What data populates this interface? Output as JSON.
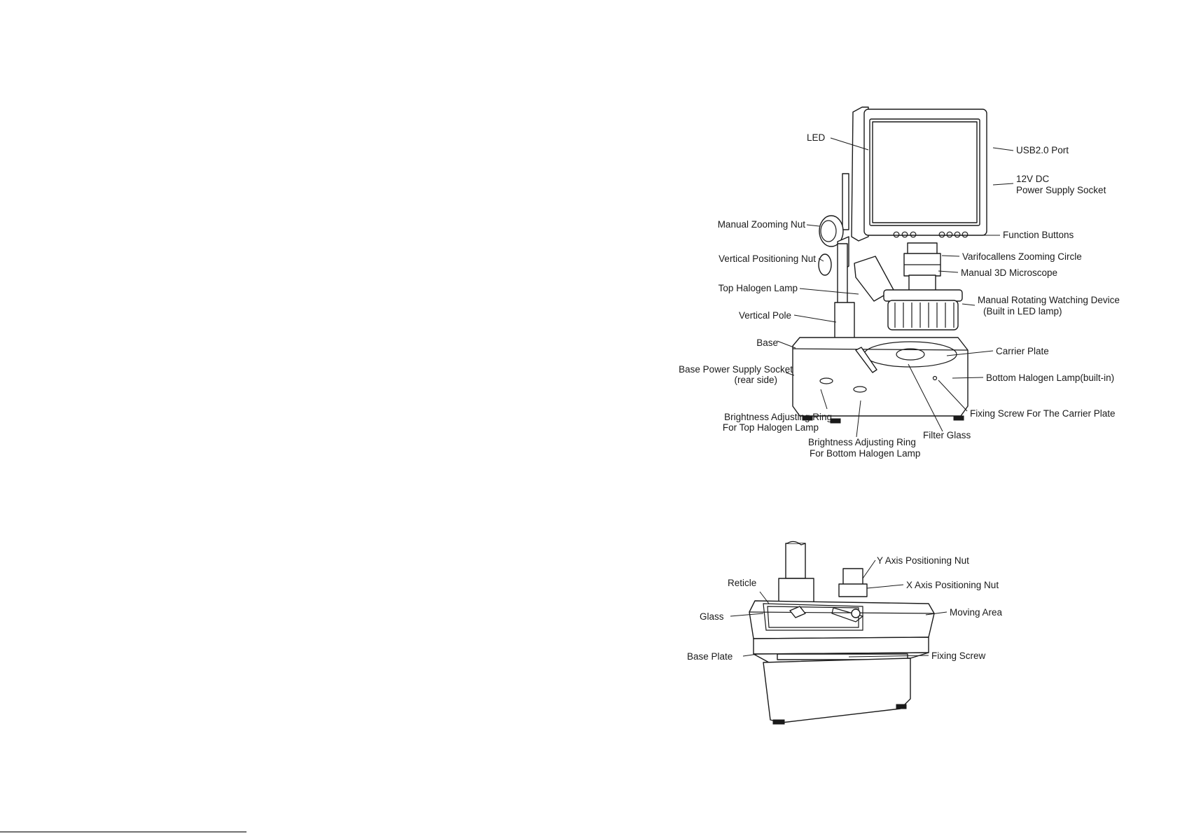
{
  "microscope": {
    "labels": {
      "led": "LED",
      "usb_port": "USB2.0 Port",
      "power_12v_line1": "12V DC",
      "power_12v_line2": "Power Supply Socket",
      "manual_zooming_nut": "Manual Zooming Nut",
      "function_buttons": "Function Buttons",
      "vertical_positioning_nut": "Vertical Positioning Nut",
      "varifocal_zooming_circle": "Varifocallens Zooming Circle",
      "manual_3d_microscope": "Manual 3D Microscope",
      "top_halogen_lamp": "Top Halogen Lamp",
      "rotating_device_line1": "Manual Rotating Watching Device",
      "rotating_device_line2": "(Built in LED lamp)",
      "vertical_pole": "Vertical Pole",
      "base": "Base",
      "carrier_plate": "Carrier Plate",
      "base_power_line1": "Base Power Supply Socket",
      "base_power_line2": "(rear side)",
      "bottom_halogen_lamp": "Bottom Halogen Lamp(built-in)",
      "fixing_screw_carrier": "Fixing Screw For The Carrier Plate",
      "brightness_top_line1": "Brightness Adjusting Ring",
      "brightness_top_line2": "For Top Halogen Lamp",
      "filter_glass": "Filter Glass",
      "brightness_bottom_line1": "Brightness Adjusting Ring",
      "brightness_bottom_line2": "For Bottom Halogen Lamp"
    }
  },
  "stage": {
    "labels": {
      "y_axis_nut": "Y Axis Positioning Nut",
      "reticle": "Reticle",
      "x_axis_nut": "X Axis Positioning Nut",
      "glass": "Glass",
      "moving_area": "Moving Area",
      "base_plate": "Base Plate",
      "fixing_screw": "Fixing Screw"
    }
  },
  "colors": {
    "ink": "#1a1a1a",
    "paper": "#ffffff"
  }
}
